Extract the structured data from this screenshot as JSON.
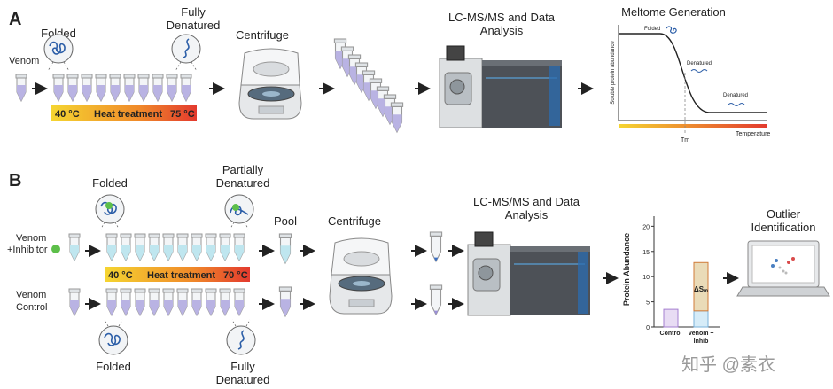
{
  "panel_a": {
    "letter": "A",
    "venom_label": "Venom",
    "folded_label": "Folded",
    "fully_denatured_label": [
      "Fully",
      "Denatured"
    ],
    "heat": {
      "start": "40 °C",
      "label": "Heat treatment",
      "end": "75 °C"
    },
    "centrifuge_label": "Centrifuge",
    "lcms_label": [
      "LC-MS/MS and Data",
      "Analysis"
    ],
    "meltome": {
      "title": "Meltome Generation",
      "y_label": "Soluble protein abundance",
      "x_label": "Temperature",
      "tm_label": "Tm",
      "folded": "Folded",
      "denatured_1": "Denatured",
      "denatured_2": "Denatured"
    }
  },
  "panel_b": {
    "letter": "B",
    "folded_top": "Folded",
    "partially_denatured": [
      "Partially",
      "Denatured"
    ],
    "venom_inhibitor": [
      "Venom",
      "+Inhibitor"
    ],
    "venom_control": [
      "Venom",
      "Control"
    ],
    "heat": {
      "start": "40 °C",
      "label": "Heat treatment",
      "end": "70 °C"
    },
    "pool_label": "Pool",
    "centrifuge_label": "Centrifuge",
    "lcms_label": [
      "LC-MS/MS and Data",
      "Analysis"
    ],
    "folded_bottom": "Folded",
    "fully_denatured": [
      "Fully",
      "Denatured"
    ],
    "outlier_label": [
      "Outlier",
      "Identification"
    ],
    "bar_chart": {
      "y_label": "Protein Abundance",
      "y_ticks": [
        "0",
        "5",
        "10",
        "15",
        "20"
      ],
      "categories": [
        "Control",
        "Venom +",
        "Inhib"
      ],
      "delta_label": "ΔSₘ"
    }
  },
  "watermark": "知乎 @素衣",
  "colors": {
    "tube_purple": "#b9b3e3",
    "tube_cyan": "#bfe6ef",
    "gradient_start": "#f5d531",
    "gradient_end": "#e33a2e",
    "inhibitor_dot": "#5dbf4a"
  },
  "chart_data": {
    "type": "bar",
    "categories": [
      "Control",
      "Venom + Inhib"
    ],
    "series": [
      {
        "values": [
          3.5,
          3.2
        ]
      },
      {
        "values": [
          0,
          9.6
        ]
      }
    ],
    "ylabel": "Protein Abundance",
    "ylim": [
      0,
      22
    ]
  }
}
